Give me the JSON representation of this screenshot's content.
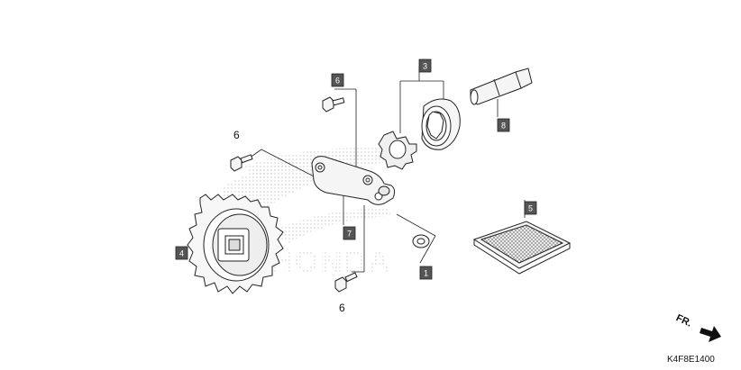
{
  "watermark": "HONDA",
  "diagram_code": "K4F8E1400",
  "direction_label": "FR.",
  "callouts": [
    {
      "id": "1",
      "label": "1",
      "tagged": true
    },
    {
      "id": "3",
      "label": "3",
      "tagged": true
    },
    {
      "id": "4",
      "label": "4",
      "tagged": true
    },
    {
      "id": "5",
      "label": "5",
      "tagged": true
    },
    {
      "id": "6a",
      "label": "6",
      "tagged": true
    },
    {
      "id": "6b",
      "label": "6",
      "tagged": false
    },
    {
      "id": "6c",
      "label": "6",
      "tagged": false
    },
    {
      "id": "7",
      "label": "7",
      "tagged": true
    },
    {
      "id": "8",
      "label": "8",
      "tagged": true
    }
  ],
  "colors": {
    "tag_fill": "#555555",
    "tag_border": "#222222",
    "line": "#222222",
    "part_fill": "#f4f4f4",
    "mesh": "#8a8a8a"
  }
}
